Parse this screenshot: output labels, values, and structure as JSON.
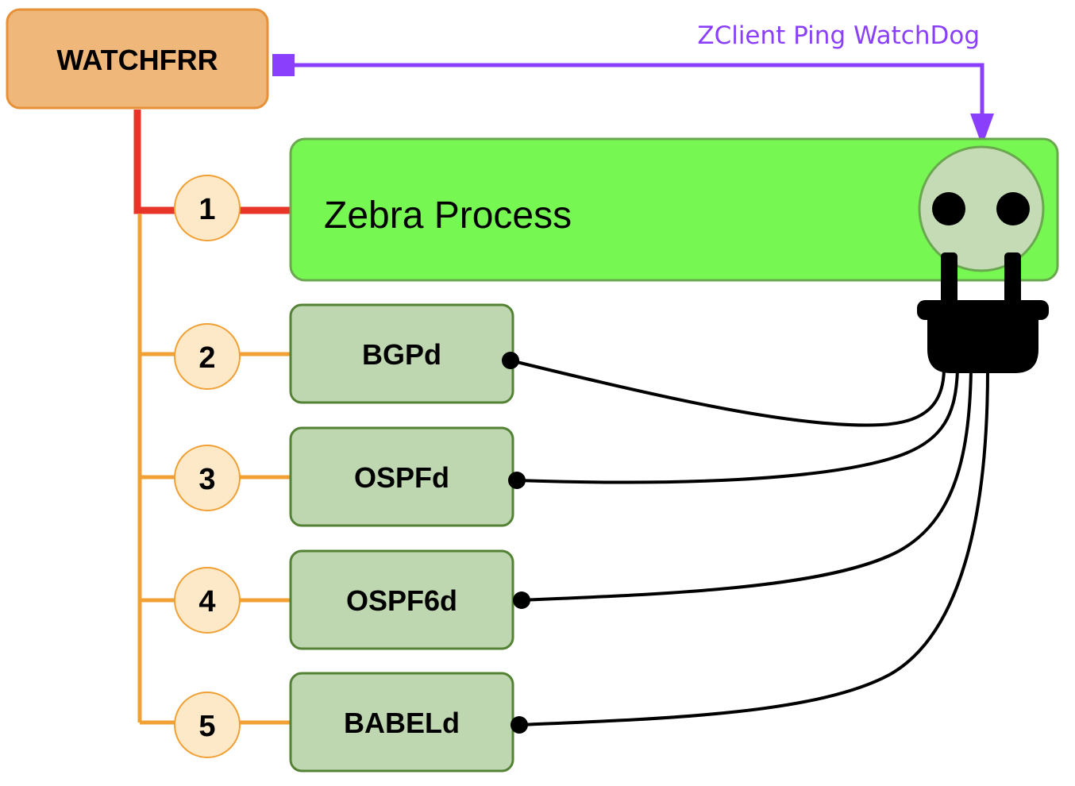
{
  "watchdog": {
    "label": "WATCHFRR",
    "fill": "#efb77a",
    "stroke": "#e69138"
  },
  "zebra": {
    "label": "Zebra Process",
    "fill": "#76f752",
    "stroke": "#6aa84f"
  },
  "daemons": [
    {
      "number": "1",
      "label": ""
    },
    {
      "number": "2",
      "label": "BGPd"
    },
    {
      "number": "3",
      "label": "OSPFd"
    },
    {
      "number": "4",
      "label": "OSPF6d"
    },
    {
      "number": "5",
      "label": "BABELd"
    }
  ],
  "daemon_style": {
    "fill": "#bfd7b0",
    "stroke": "#548235"
  },
  "ping_link": {
    "label": "ZClient Ping WatchDog",
    "color": "#8a3ffc"
  },
  "supervision_colors": {
    "zebra": "#e8352a",
    "others": "#f0a035"
  },
  "badge_style": {
    "fill": "#fde9c8",
    "stroke": "#f0a035"
  },
  "socket": {
    "icon": "power-socket-icon",
    "fill": "#c5dbb6"
  },
  "plug": {
    "icon": "power-plug-icon",
    "fill": "#000000"
  }
}
